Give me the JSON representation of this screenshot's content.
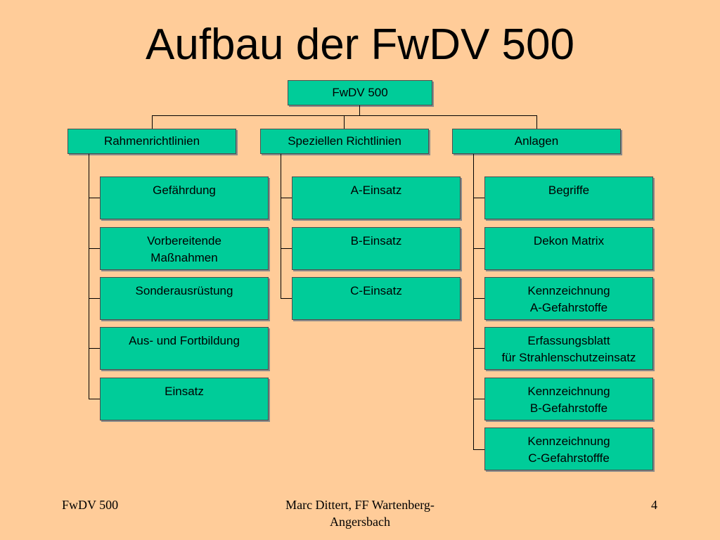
{
  "slide": {
    "title": "Aufbau der FwDV 500",
    "root": "FwDV 500",
    "categories": [
      {
        "label": "Rahmenrichtlinien",
        "items": [
          "Gefährdung",
          "Vorbereitende\nMaßnahmen",
          "Sonderausrüstung",
          "Aus- und Fortbildung",
          "Einsatz"
        ]
      },
      {
        "label": "Speziellen Richtlinien",
        "items": [
          "A-Einsatz",
          "B-Einsatz",
          "C-Einsatz"
        ]
      },
      {
        "label": "Anlagen",
        "items": [
          "Begriffe",
          "Dekon Matrix",
          "Kennzeichnung\nA-Gefahrstoffe",
          "Erfassungsblatt\nfür Strahlenschutzeinsatz",
          "Kennzeichnung\nB-Gefahrstoffe",
          "Kennzeichnung\nC-Gefahrstofffe"
        ]
      }
    ]
  },
  "footer": {
    "left": "FwDV 500",
    "center": "Marc Dittert, FF Wartenberg-\nAngersbach",
    "page_number": "4"
  },
  "colors": {
    "background": "#FFCC99",
    "box_fill": "#00CC99",
    "connector": "#000000"
  }
}
